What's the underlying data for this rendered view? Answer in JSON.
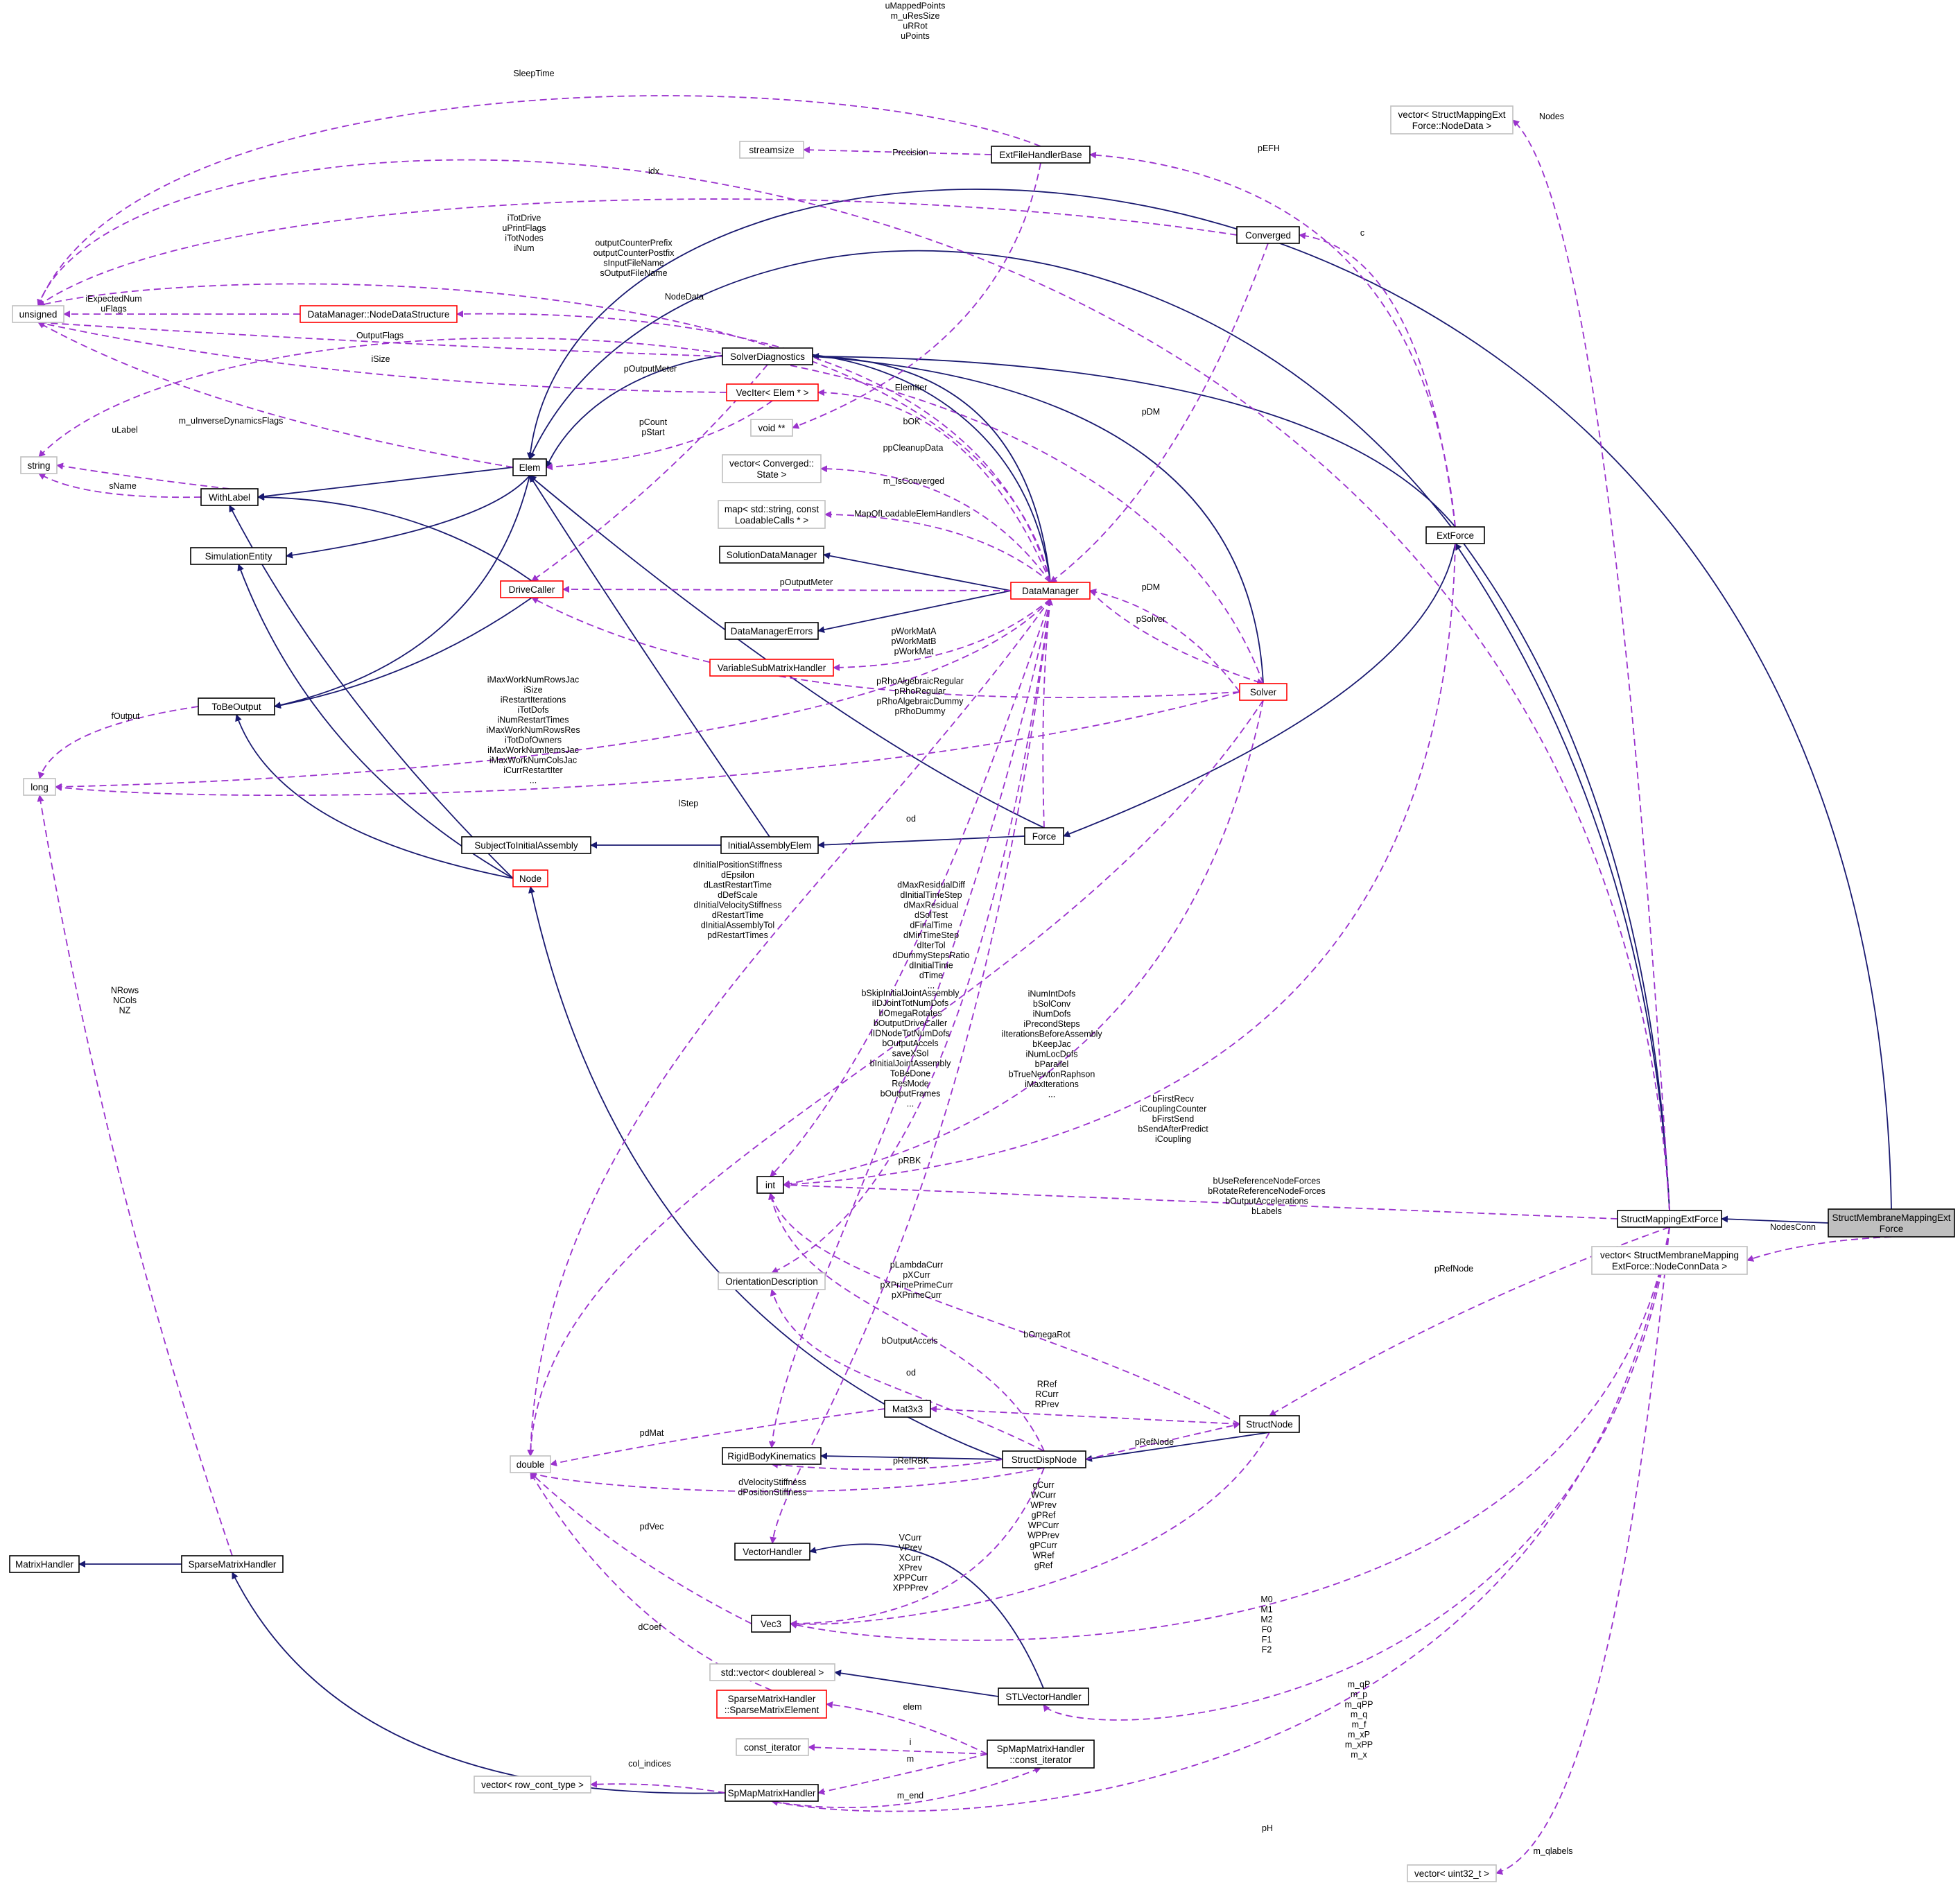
{
  "nodes": {
    "StructMembraneMappingExtForce": [
      "StructMembraneMappingExt",
      "Force"
    ],
    "StructMappingExtForce": [
      "StructMappingExtForce"
    ],
    "ExtForce": [
      "ExtForce"
    ],
    "Force": [
      "Force"
    ],
    "Elem": [
      "Elem"
    ],
    "InitialAssemblyElem": [
      "InitialAssemblyElem"
    ],
    "SubjectToInitialAssembly": [
      "SubjectToInitialAssembly"
    ],
    "WithLabel": [
      "WithLabel"
    ],
    "SimulationEntity": [
      "SimulationEntity"
    ],
    "ToBeOutput": [
      "ToBeOutput"
    ],
    "DriveCaller": [
      "DriveCaller"
    ],
    "Node": [
      "Node"
    ],
    "StructNode": [
      "StructNode"
    ],
    "StructDispNode": [
      "StructDispNode"
    ],
    "DataManager": [
      "DataManager"
    ],
    "Solver": [
      "Solver"
    ],
    "SolverDiagnostics": [
      "SolverDiagnostics"
    ],
    "Converged": [
      "Converged"
    ],
    "ExtFileHandlerBase": [
      "ExtFileHandlerBase"
    ],
    "DataManagerNodeDataStructure": [
      "DataManager::NodeDataStructure"
    ],
    "VecIterElem": [
      "VecIter< Elem * >"
    ],
    "VoidPtrPtr": [
      "void **"
    ],
    "VectorConvergedState": [
      "vector< Converged::",
      "State >"
    ],
    "MapLoadableCalls": [
      "map< std::string, const",
      "LoadableCalls * >"
    ],
    "SolutionDataManager": [
      "SolutionDataManager"
    ],
    "DataManagerErrors": [
      "DataManagerErrors"
    ],
    "VariableSubMatrixHandler": [
      "VariableSubMatrixHandler"
    ],
    "Unsigned": [
      "unsigned"
    ],
    "String": [
      "string"
    ],
    "Long": [
      "long"
    ],
    "Int": [
      "int"
    ],
    "Double": [
      "double"
    ],
    "Streamsize": [
      "streamsize"
    ],
    "VectorNodeData": [
      "vector< StructMappingExt",
      "Force::NodeData >"
    ],
    "VectorNodeConnData": [
      "vector< StructMembraneMapping",
      "ExtForce::NodeConnData >"
    ],
    "OrientationDescription": [
      "OrientationDescription"
    ],
    "Mat3x3": [
      "Mat3x3"
    ],
    "RigidBodyKinematics": [
      "RigidBodyKinematics"
    ],
    "VectorHandler": [
      "VectorHandler"
    ],
    "Vec3": [
      "Vec3"
    ],
    "StdVectorDoublereal": [
      "std::vector< doublereal >"
    ],
    "STLVectorHandler": [
      "STLVectorHandler"
    ],
    "SparseMatrixElement": [
      "SparseMatrixHandler",
      "::SparseMatrixElement"
    ],
    "ConstIterator": [
      "const_iterator"
    ],
    "SpMapConstIterator": [
      "SpMapMatrixHandler",
      "::const_iterator"
    ],
    "VectorRowContType": [
      "vector< row_cont_type >"
    ],
    "SpMapMatrixHandler": [
      "SpMapMatrixHandler"
    ],
    "SparseMatrixHandler": [
      "SparseMatrixHandler"
    ],
    "MatrixHandler": [
      "MatrixHandler"
    ],
    "VectorUint32": [
      "vector< uint32_t >"
    ]
  },
  "edge_labels": {
    "uMappedPoints": [
      "uMappedPoints",
      "m_uResSize",
      "uRRot",
      "uPoints"
    ],
    "SleepTime": [
      "SleepTime"
    ],
    "Precision": [
      "Precision"
    ],
    "Nodes": [
      "Nodes"
    ],
    "pEFH": [
      "pEFH"
    ],
    "idx": [
      "idx"
    ],
    "c": [
      "c"
    ],
    "iTotDrive": [
      "iTotDrive",
      "uPrintFlags",
      "iTotNodes",
      "iNum"
    ],
    "outputCounterPrefix": [
      "outputCounterPrefix",
      "outputCounterPostfix",
      "sInputFileName",
      "sOutputFileName"
    ],
    "iExpectedNum": [
      "iExpectedNum",
      "uFlags"
    ],
    "NodeData": [
      "NodeData"
    ],
    "OutputFlags": [
      "OutputFlags"
    ],
    "iSize": [
      "iSize"
    ],
    "pOutputMeter1": [
      "pOutputMeter"
    ],
    "ElemIter": [
      "ElemIter"
    ],
    "pCount": [
      "pCount",
      "pStart"
    ],
    "bOK": [
      "bOK"
    ],
    "ppCleanupData": [
      "ppCleanupData"
    ],
    "uLabel": [
      "uLabel"
    ],
    "mUInverse": [
      "m_uInverseDynamicsFlags"
    ],
    "mIsConverged": [
      "m_IsConverged"
    ],
    "sName": [
      "sName"
    ],
    "MapOfLoadable": [
      "MapOfLoadableElemHandlers"
    ],
    "pDM1": [
      "pDM"
    ],
    "pDM2": [
      "pDM"
    ],
    "pOutputMeter2": [
      "pOutputMeter"
    ],
    "pSolver": [
      "pSolver"
    ],
    "pWorkMat": [
      "pWorkMatA",
      "pWorkMatB",
      "pWorkMat"
    ],
    "fOutput": [
      "fOutput"
    ],
    "pRho": [
      "pRhoAlgebraicRegular",
      "pRhoRegular",
      "pRhoAlgebraicDummy",
      "pRhoDummy"
    ],
    "iMaxWork": [
      "iMaxWorkNumRowsJac",
      "iSize",
      "iRestartIterations",
      "iTotDofs",
      "iNumRestartTimes",
      "iMaxWorkNumRowsRes",
      "iTotDofOwners",
      "iMaxWorkNumItemsJac",
      "iMaxWorkNumColsJac",
      "iCurrRestartIter",
      "..."
    ],
    "lStep": [
      "lStep"
    ],
    "od1": [
      "od"
    ],
    "dInitialPosition": [
      "dInitialPositionStiffness",
      "dEpsilon",
      "dLastRestartTime",
      "dDefScale",
      "dInitialVelocityStiffness",
      "dRestartTime",
      "dInitialAssemblyTol",
      "pdRestartTimes"
    ],
    "dMaxResidualDiff": [
      "dMaxResidualDiff",
      "dInitialTimeStep",
      "dMaxResidual",
      "dSolTest",
      "dFinalTime",
      "dMinTimeStep",
      "dIterTol",
      "dDummyStepsRatio",
      "dInitialTime",
      "dTime",
      "..."
    ],
    "NRows": [
      "NRows",
      "NCols",
      "NZ"
    ],
    "bSkipInitial": [
      "bSkipInitialJointAssembly",
      "iIDJointTotNumDofs",
      "bOmegaRotates",
      "bOutputDriveCaller",
      "iIDNodeTotNumDofs",
      "bOutputAccels",
      "saveXSol",
      "bInitialJointAssembly",
      "ToBeDone",
      "ResMode",
      "bOutputFrames",
      "..."
    ],
    "iNumIntDofs": [
      "iNumIntDofs",
      "bSolConv",
      "iNumDofs",
      "iPrecondSteps",
      "iIterationsBeforeAssembly",
      "bKeepJac",
      "iNumLocDofs",
      "bParallel",
      "bTrueNewtonRaphson",
      "iMaxIterations",
      "..."
    ],
    "bFirstRecv": [
      "bFirstRecv",
      "iCouplingCounter",
      "bFirstSend",
      "bSendAfterPredict",
      "iCoupling"
    ],
    "pRBK": [
      "pRBK"
    ],
    "bUseReference": [
      "bUseReferenceNodeForces",
      "bRotateReferenceNodeForces",
      "bOutputAccelerations",
      "bLabels"
    ],
    "NodesConn": [
      "NodesConn"
    ],
    "pRefNode1": [
      "pRefNode"
    ],
    "pLambdaCurr": [
      "pLambdaCurr",
      "pXCurr",
      "pXPrimePrimeCurr",
      "pXPrimeCurr"
    ],
    "bOmegaRot": [
      "bOmegaRot"
    ],
    "bOutputAccels": [
      "bOutputAccels"
    ],
    "od2": [
      "od"
    ],
    "RRef": [
      "RRef",
      "RCurr",
      "RPrev"
    ],
    "pdMat": [
      "pdMat"
    ],
    "pRefNode2": [
      "pRefNode"
    ],
    "pRefRBK": [
      "pRefRBK"
    ],
    "dVelocityStiffness": [
      "dVelocityStiffness",
      "dPositionStiffness"
    ],
    "gCurr": [
      "gCurr",
      "WCurr",
      "WPrev",
      "gPRef",
      "WPCurr",
      "WPPrev",
      "gPCurr",
      "WRef",
      "gRef"
    ],
    "pdVec": [
      "pdVec"
    ],
    "VCurr": [
      "VCurr",
      "VPrev",
      "XCurr",
      "XPrev",
      "XPPCurr",
      "XPPPrev"
    ],
    "dCoef": [
      "dCoef"
    ],
    "M0": [
      "M0",
      "M1",
      "M2",
      "F0",
      "F1",
      "F2"
    ],
    "elem": [
      "elem"
    ],
    "mqP": [
      "m_qP",
      "m_p",
      "m_qPP",
      "m_q",
      "m_f",
      "m_xP",
      "m_xPP",
      "m_x"
    ],
    "i": [
      "i"
    ],
    "m": [
      "m"
    ],
    "colIndices": [
      "col_indices"
    ],
    "mEnd": [
      "m_end"
    ],
    "pH": [
      "pH"
    ],
    "mQlabels": [
      "m_qlabels"
    ]
  },
  "colors": {
    "inheritance_edge": "#191970",
    "usage_edge": "#9a32cd",
    "focus_fill": "#bfbfbf",
    "incomplete_border": "#ff0000",
    "external_border": "#bfbfbf"
  }
}
